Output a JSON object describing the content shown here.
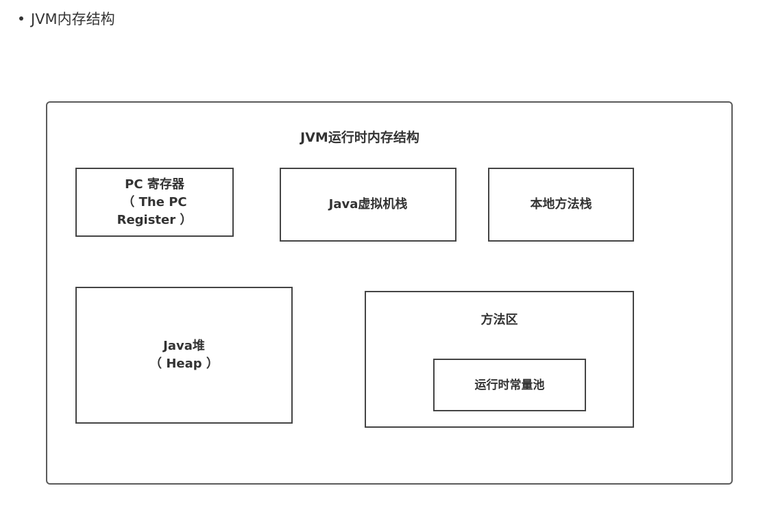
{
  "bullet": {
    "text": "JVM内存结构"
  },
  "diagram": {
    "title": "JVM运行时内存结构",
    "boxes": {
      "pc_register": {
        "line1": "PC 寄存器",
        "line2": "（ The PC",
        "line3": "Register ）"
      },
      "jvm_stack": {
        "label": "Java虚拟机栈"
      },
      "native_stack": {
        "label": "本地方法栈"
      },
      "heap": {
        "line1": "Java堆",
        "line2": "（ Heap ）"
      },
      "method_area": {
        "label": "方法区"
      },
      "runtime_constant_pool": {
        "label": "运行时常量池"
      }
    }
  }
}
